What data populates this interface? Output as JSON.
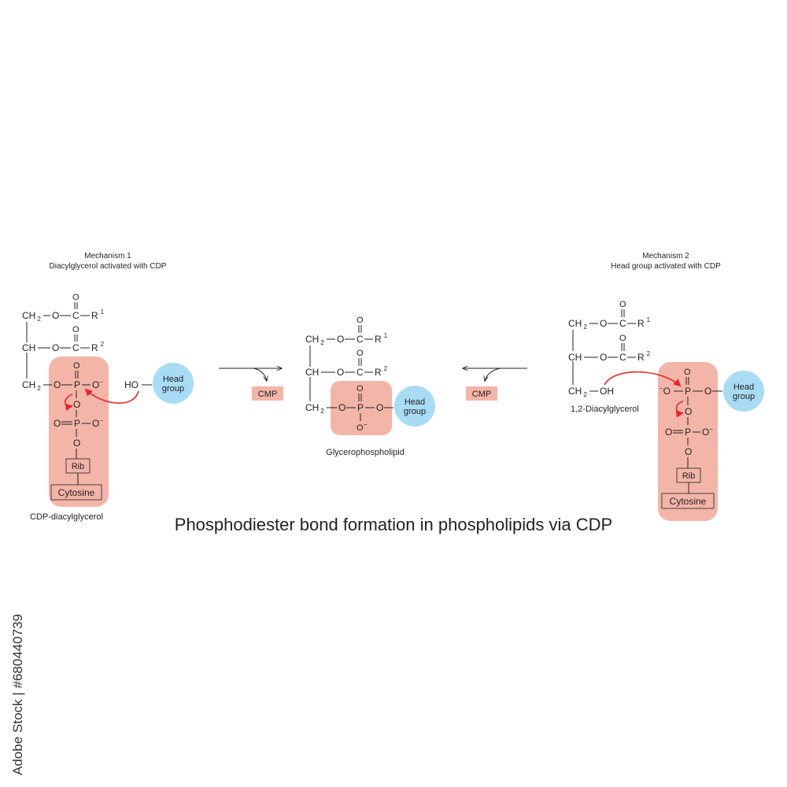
{
  "title": "Phosphodiester bond formation in phospholipids via CDP",
  "colors": {
    "highlight": "#f3b5a8",
    "head_group": "#a8dcf4",
    "arrow": "#e8262d",
    "text": "#231f20"
  },
  "mechanism1": {
    "heading": "Mechanism 1",
    "subheading": "Diacylglycerol activated with CDP",
    "reactant_label": "CDP-diacylglycerol",
    "hydroxyl": "HO",
    "head_group": "Head group",
    "rib": "Rib",
    "cytosine": "Cytosine",
    "byproduct": "CMP"
  },
  "mechanism2": {
    "heading": "Mechanism 2",
    "subheading": "Head group activated with CDP",
    "reactant_label": "1,2-Diacylglycerol",
    "hydroxyl": "OH",
    "head_group": "Head group",
    "rib": "Rib",
    "cytosine": "Cytosine",
    "byproduct": "CMP"
  },
  "product": {
    "label": "Glycerophospholipid",
    "head_group": "Head group"
  },
  "chem": {
    "ch": "CH",
    "ch2": "CH",
    "sub2": "2",
    "o": "O",
    "c": "C",
    "p": "P",
    "r": "R",
    "r1": "1",
    "r2": "2",
    "minus": "−"
  },
  "watermark": "Adobe Stock | #680440739"
}
